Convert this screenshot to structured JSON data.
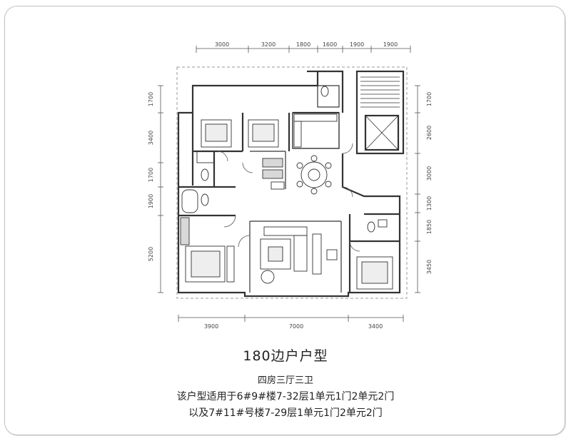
{
  "title": "180边户户型",
  "subtitle": "四房三厅三卫",
  "description": {
    "line1": "该户型适用于6#9#楼7-32层1单元1门2单元2门",
    "line2": "以及7#11#号楼7-29层1单元1门2单元2门"
  },
  "dimensions": {
    "top": [
      "3000",
      "3200",
      "1800",
      "1600",
      "1900",
      "1900"
    ],
    "bottom": [
      "3900",
      "7000",
      "3400"
    ],
    "left": [
      "1700",
      "3400",
      "1700",
      "1900",
      "5200"
    ],
    "right": [
      "1700",
      "2600",
      "3000",
      "1300",
      "1850",
      "3450"
    ]
  },
  "colors": {
    "line": "#333333",
    "dim": "#555555"
  }
}
